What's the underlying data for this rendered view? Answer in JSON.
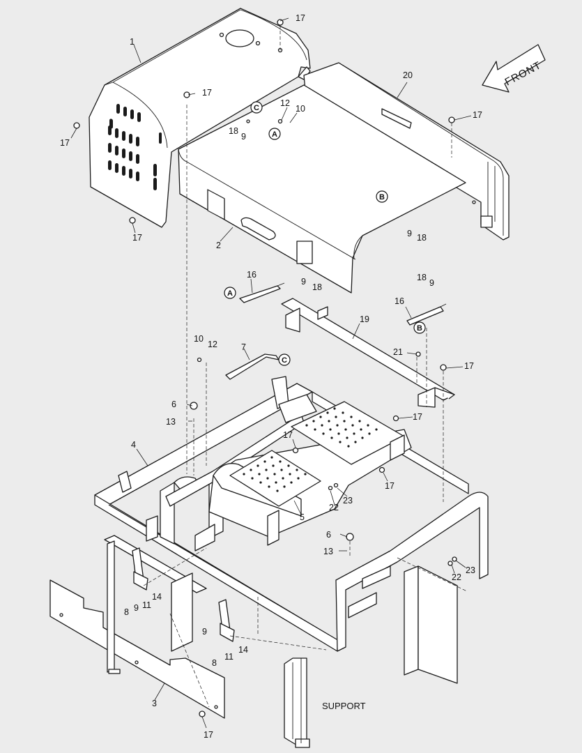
{
  "drawing": {
    "direction_label": "FRONT",
    "caption": "SUPPORT"
  },
  "callouts": [
    {
      "key": "c1",
      "text": "1"
    },
    {
      "key": "c2",
      "text": "2"
    },
    {
      "key": "c3",
      "text": "3"
    },
    {
      "key": "c4",
      "text": "4"
    },
    {
      "key": "c5",
      "text": "5"
    },
    {
      "key": "c6a",
      "text": "6"
    },
    {
      "key": "c6b",
      "text": "6"
    },
    {
      "key": "c7",
      "text": "7"
    },
    {
      "key": "c8a",
      "text": "8"
    },
    {
      "key": "c8b",
      "text": "8"
    },
    {
      "key": "c9a",
      "text": "9"
    },
    {
      "key": "c9b",
      "text": "9"
    },
    {
      "key": "c9c",
      "text": "9"
    },
    {
      "key": "c9d",
      "text": "9"
    },
    {
      "key": "c9e",
      "text": "9"
    },
    {
      "key": "c9f",
      "text": "9"
    },
    {
      "key": "c10a",
      "text": "10"
    },
    {
      "key": "c10b",
      "text": "10"
    },
    {
      "key": "c11a",
      "text": "11"
    },
    {
      "key": "c11b",
      "text": "11"
    },
    {
      "key": "c12a",
      "text": "12"
    },
    {
      "key": "c12b",
      "text": "12"
    },
    {
      "key": "c13a",
      "text": "13"
    },
    {
      "key": "c13b",
      "text": "13"
    },
    {
      "key": "c14a",
      "text": "14"
    },
    {
      "key": "c14b",
      "text": "14"
    },
    {
      "key": "c16a",
      "text": "16"
    },
    {
      "key": "c16b",
      "text": "16"
    },
    {
      "key": "c17a",
      "text": "17"
    },
    {
      "key": "c17b",
      "text": "17"
    },
    {
      "key": "c17c",
      "text": "17"
    },
    {
      "key": "c17d",
      "text": "17"
    },
    {
      "key": "c17e",
      "text": "17"
    },
    {
      "key": "c17f",
      "text": "17"
    },
    {
      "key": "c17g",
      "text": "17"
    },
    {
      "key": "c17h",
      "text": "17"
    },
    {
      "key": "c17i",
      "text": "17"
    },
    {
      "key": "c17j",
      "text": "17"
    },
    {
      "key": "c18a",
      "text": "18"
    },
    {
      "key": "c18b",
      "text": "18"
    },
    {
      "key": "c18c",
      "text": "18"
    },
    {
      "key": "c18d",
      "text": "18"
    },
    {
      "key": "c19",
      "text": "19"
    },
    {
      "key": "c20",
      "text": "20"
    },
    {
      "key": "c21",
      "text": "21"
    },
    {
      "key": "c22a",
      "text": "22"
    },
    {
      "key": "c22b",
      "text": "22"
    },
    {
      "key": "c23a",
      "text": "23"
    },
    {
      "key": "c23b",
      "text": "23"
    }
  ],
  "reference_markers": [
    {
      "key": "ra1",
      "text": "A"
    },
    {
      "key": "ra2",
      "text": "A"
    },
    {
      "key": "rb1",
      "text": "B"
    },
    {
      "key": "rb2",
      "text": "B"
    },
    {
      "key": "rc1",
      "text": "C"
    },
    {
      "key": "rc2",
      "text": "C"
    }
  ]
}
